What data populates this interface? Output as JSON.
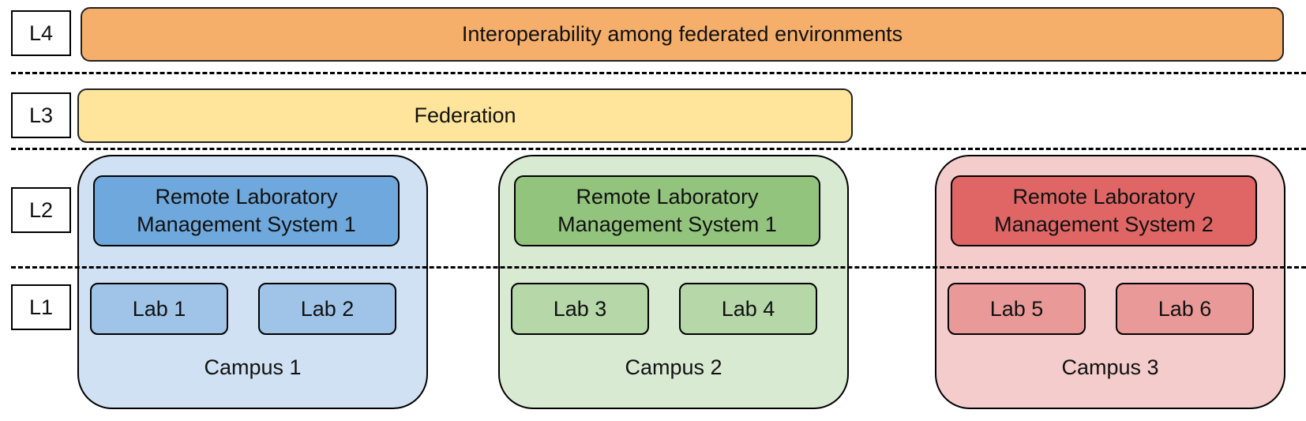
{
  "levels": {
    "l4": "L4",
    "l3": "L3",
    "l2": "L2",
    "l1": "L1"
  },
  "l4_bar": {
    "text": "Interoperability among federated environments",
    "color": "#F5AF6B"
  },
  "l3_bar": {
    "text": "Federation",
    "color": "#FEE59B"
  },
  "campuses": [
    {
      "label": "Campus 1",
      "bg": "#CFE1F2",
      "rlms": {
        "line1": "Remote Laboratory",
        "line2": "Management System 1",
        "color": "#6FA8DC"
      },
      "labs": [
        "Lab 1",
        "Lab 2"
      ],
      "lab_color": "#9FC4E8"
    },
    {
      "label": "Campus 2",
      "bg": "#D9EAD3",
      "rlms": {
        "line1": "Remote Laboratory",
        "line2": "Management System 1",
        "color": "#93C47D"
      },
      "labs": [
        "Lab 3",
        "Lab 4"
      ],
      "lab_color": "#B6D7A8"
    },
    {
      "label": "Campus 3",
      "bg": "#F4CCCC",
      "rlms": {
        "line1": "Remote Laboratory",
        "line2": "Management System 2",
        "color": "#E06666"
      },
      "labs": [
        "Lab 5",
        "Lab 6"
      ],
      "lab_color": "#EA9999"
    }
  ]
}
